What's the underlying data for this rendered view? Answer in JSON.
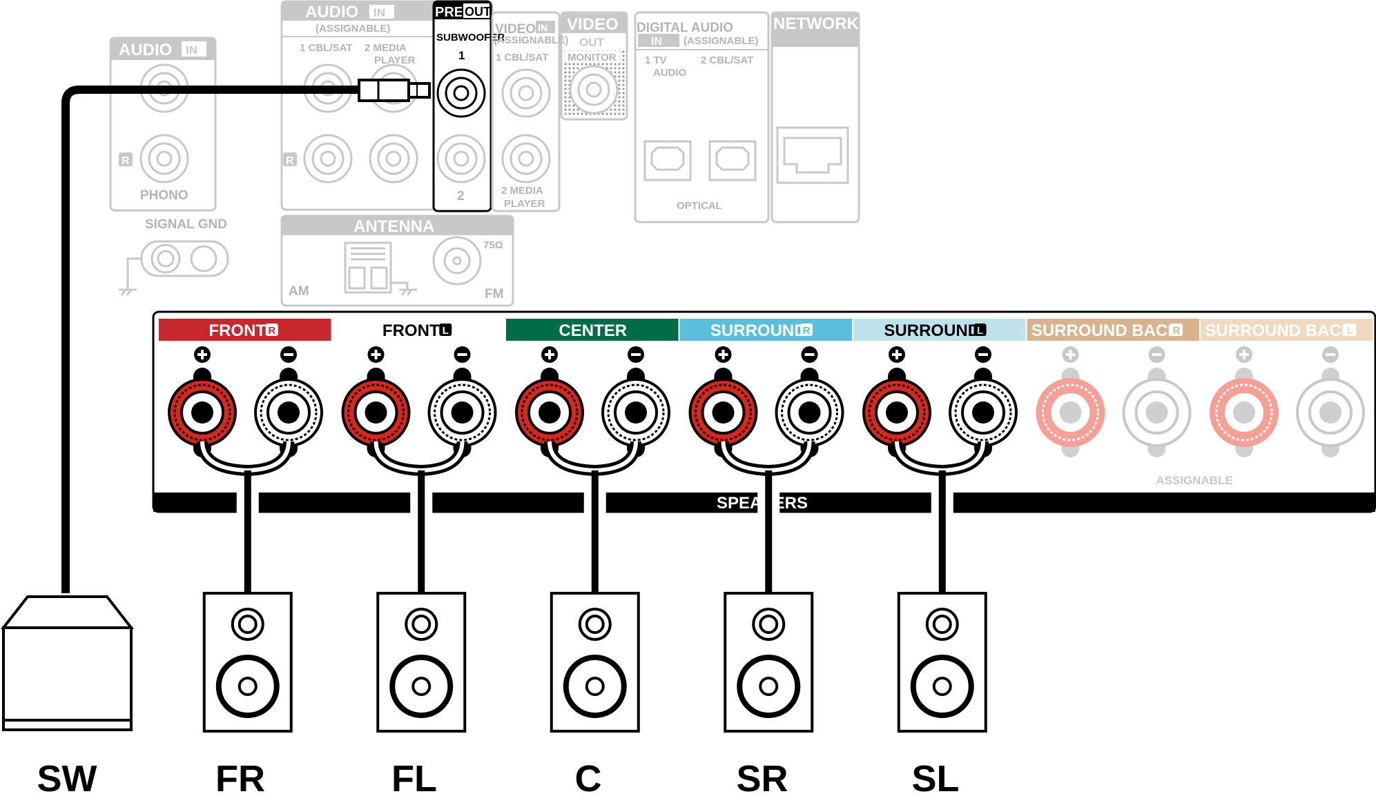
{
  "colors": {
    "front_r": "#c8282d",
    "center": "#006c48",
    "surround_r": "#5abfdc",
    "surround_l": "#bfe1ec",
    "surround_back_r": "#d8b48e",
    "surround_back_l": "#efd9c0",
    "plus_terminal": "#d8281e",
    "faded_plus": "#f4a096",
    "faded_gray": "#c8c8c8"
  },
  "back_panel": {
    "audio_in_phono": {
      "title": "AUDIO",
      "badge": "IN",
      "r_marker": "R",
      "label": "PHONO"
    },
    "signal_gnd": "SIGNAL GND",
    "audio_in_assignable": {
      "title": "AUDIO",
      "badge": "IN",
      "sub": "(ASSIGNABLE)",
      "ch1": "1 CBL/SAT",
      "ch2a": "2  MEDIA",
      "ch2b": "PLAYER",
      "r_marker": "R"
    },
    "pre_out": {
      "badge_left": "PRE",
      "badge_right": "OUT",
      "label": "SUBWOOFER",
      "jack1": "1",
      "jack2": "2"
    },
    "video_in": {
      "title": "VIDEO",
      "badge": "IN",
      "sub": "(ASSIGNABLE)",
      "ch1": "1 CBL/SAT",
      "ch2a": "2 MEDIA",
      "ch2b": "PLAYER"
    },
    "video_out": {
      "title": "VIDEO",
      "badge": "OUT",
      "label": "MONITOR"
    },
    "digital_audio": {
      "title": "DIGITAL AUDIO",
      "badge": "IN",
      "sub": "(ASSIGNABLE)",
      "ch1a": "1  TV",
      "ch1b": "AUDIO",
      "ch2": "2 CBL/SAT",
      "label": "OPTICAL"
    },
    "network": "NETWORK",
    "antenna": {
      "title": "ANTENNA",
      "am": "AM",
      "fm": "FM",
      "ohm": "75Ω"
    }
  },
  "speakers_panel": {
    "channels": [
      {
        "label": "FRONT",
        "side": "R",
        "key": "front_r"
      },
      {
        "label": "FRONT",
        "side": "L",
        "key": "front_l"
      },
      {
        "label": "CENTER",
        "side": "",
        "key": "center"
      },
      {
        "label": "SURROUND",
        "side": "R",
        "key": "surround_r"
      },
      {
        "label": "SURROUND",
        "side": "L",
        "key": "surround_l"
      },
      {
        "label": "SURROUND BACK",
        "side": "R",
        "key": "surround_back_r"
      },
      {
        "label": "SURROUND BACK",
        "side": "L",
        "key": "surround_back_l"
      }
    ],
    "plus": "+",
    "minus": "−",
    "assignable": "ASSIGNABLE",
    "speakers_label": "SPEAKERS"
  },
  "speaker_labels": [
    "SW",
    "FR",
    "FL",
    "C",
    "SR",
    "SL"
  ]
}
